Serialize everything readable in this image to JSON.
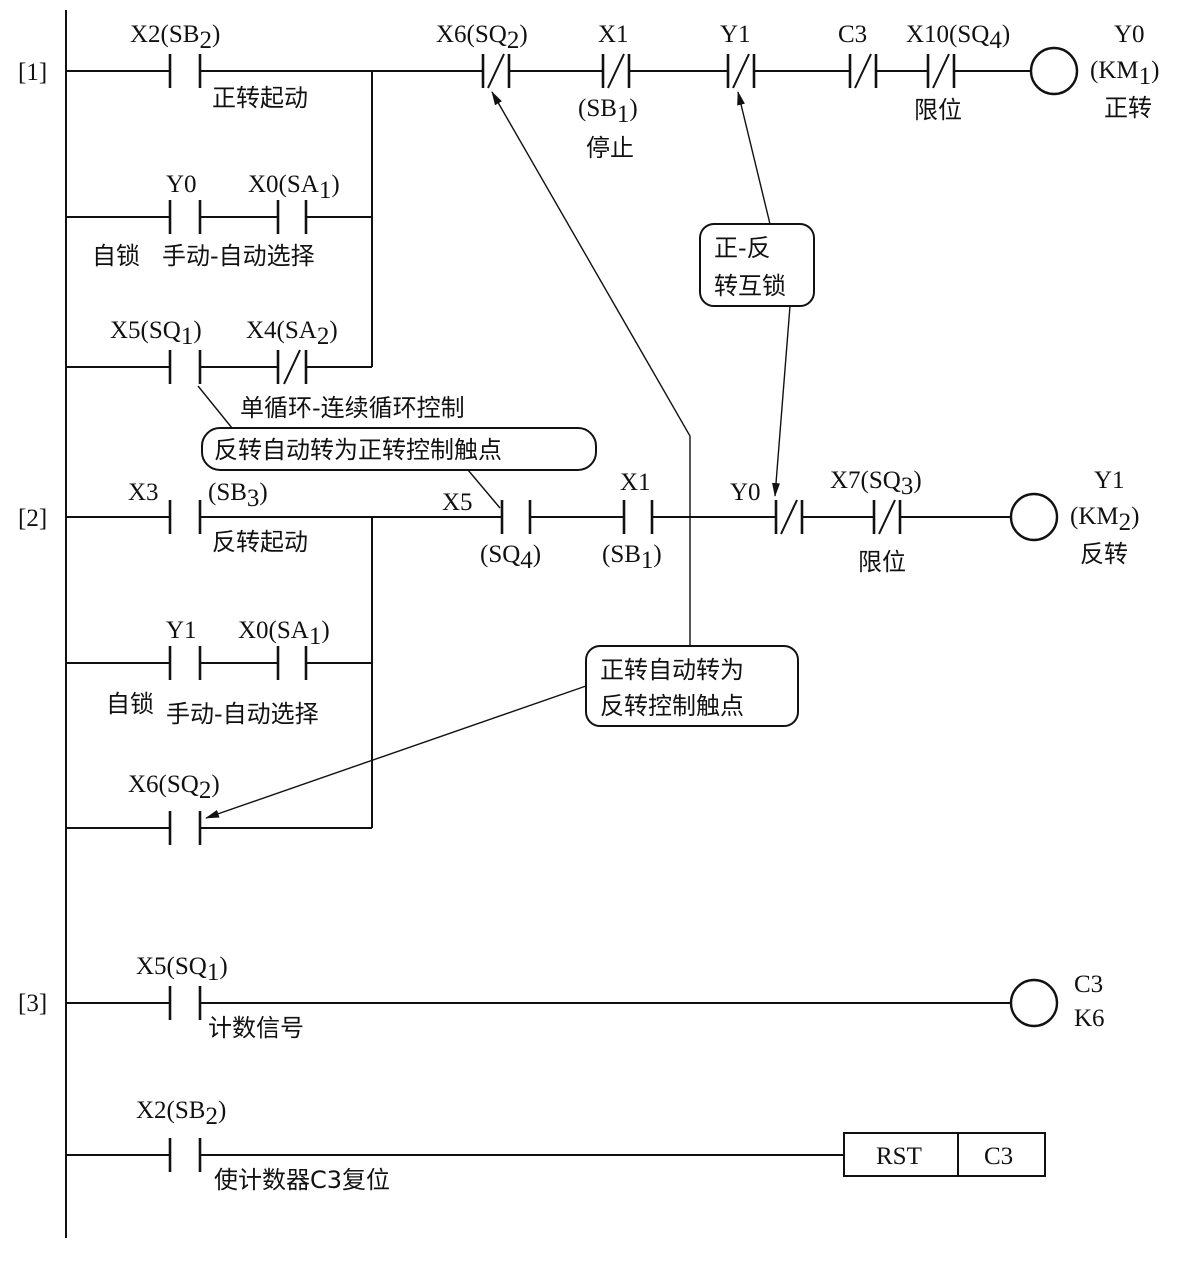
{
  "rungs": {
    "r1": "[1]",
    "r2": "[2]",
    "r3": "[3]"
  },
  "rung1": {
    "x2": "X2(SB",
    "x2_sub": "2",
    "x2_close": ")",
    "x2_note": "正转起动",
    "y0_self": "Y0",
    "x0": "X0(SA",
    "x0_sub": "1",
    "x0_close": ")",
    "self_note": "自锁",
    "mode_note": "手动-自动选择",
    "x5": "X5(SQ",
    "x5_sub": "1",
    "x5_close": ")",
    "x4": "X4(SA",
    "x4_sub": "2",
    "x4_close": ")",
    "cycle_note": "单循环-连续循环控制",
    "x6": "X6(SQ",
    "x6_sub": "2",
    "x6_close": ")",
    "x1": "X1",
    "x1_a": "(SB",
    "x1_a_sub": "1",
    "x1_a_close": ")",
    "x1_note": "停止",
    "y1_il": "Y1",
    "c3": "C3",
    "x10": "X10(SQ",
    "x10_sub": "4",
    "x10_close": ")",
    "x10_note": "限位",
    "coil": "Y0",
    "coil_a": "(KM",
    "coil_a_sub": "1",
    "coil_a_close": ")",
    "coil_note": "正转"
  },
  "rung2": {
    "x3": "X3",
    "x3_a": "(SB",
    "x3_a_sub": "3",
    "x3_a_close": ")",
    "x3_note": "反转起动",
    "y1_self": "Y1",
    "x0": "X0(SA",
    "x0_sub": "1",
    "x0_close": ")",
    "self_note": "自锁",
    "mode_note": "手动-自动选择",
    "x6": "X6(SQ",
    "x6_sub": "2",
    "x6_close": ")",
    "x5": "X5",
    "x5_a": "(SQ",
    "x5_a_sub": "4",
    "x5_a_close": ")",
    "x1": "X1",
    "x1_a": "(SB",
    "x1_a_sub": "1",
    "x1_a_close": ")",
    "y0_il": "Y0",
    "x7": "X7(SQ",
    "x7_sub": "3",
    "x7_close": ")",
    "x7_note": "限位",
    "coil": "Y1",
    "coil_a": "(KM",
    "coil_a_sub": "2",
    "coil_a_close": ")",
    "coil_note": "反转"
  },
  "rung3": {
    "x5": "X5(SQ",
    "x5_sub": "1",
    "x5_close": ")",
    "x5_note": "计数信号",
    "coil": "C3",
    "coil_k": "K6",
    "x2": "X2(SB",
    "x2_sub": "2",
    "x2_close": ")",
    "x2_note": "使计数器C3复位",
    "rst": "RST",
    "rst_target": "C3"
  },
  "callouts": {
    "interlock_1": "正-反",
    "interlock_2": "转互锁",
    "rev_to_fwd": "反转自动转为正转控制触点",
    "fwd_to_rev_1": "正转自动转为",
    "fwd_to_rev_2": "反转控制触点"
  }
}
